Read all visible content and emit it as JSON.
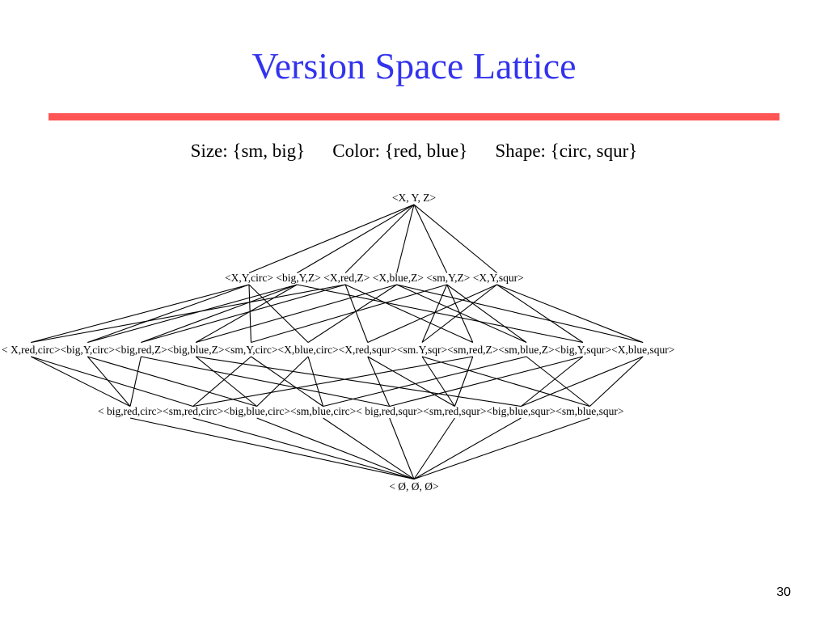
{
  "slide": {
    "title": "Version Space Lattice",
    "page_number": "30",
    "colors": {
      "title": "#3333ee",
      "rule": "#ff5555",
      "text": "#000000",
      "edges": "#000000"
    }
  },
  "domains": {
    "size": "Size: {sm, big}",
    "color": "Color: {red, blue}",
    "shape": "Shape: {circ, squr}"
  },
  "lattice": {
    "levels": [
      [
        "<X, Y, Z>"
      ],
      [
        "<X,Y,circ>",
        "<big,Y,Z>",
        "<X,red,Z>",
        "<X,blue,Z>",
        "<sm,Y,Z>",
        "<X,Y,squr>"
      ],
      [
        "< X,red,circ>",
        "<big,Y,circ>",
        "<big,red,Z>",
        "<big,blue,Z>",
        "<sm,Y,circ>",
        "<X,blue,circ>",
        "<X,red,squr>",
        "<sm.Y,sqr>",
        "<sm,red,Z>",
        "<sm,blue,Z>",
        "<big,Y,squr>",
        "<X,blue,squr>"
      ],
      [
        "< big,red,circ>",
        "<sm,red,circ>",
        "<big,blue,circ>",
        "<sm,blue,circ>",
        "< big,red,squr>",
        "<sm,red,squr>",
        "<big,blue,squr>",
        "<sm,blue,squr>"
      ],
      [
        "< Ø, Ø, Ø>"
      ]
    ]
  }
}
